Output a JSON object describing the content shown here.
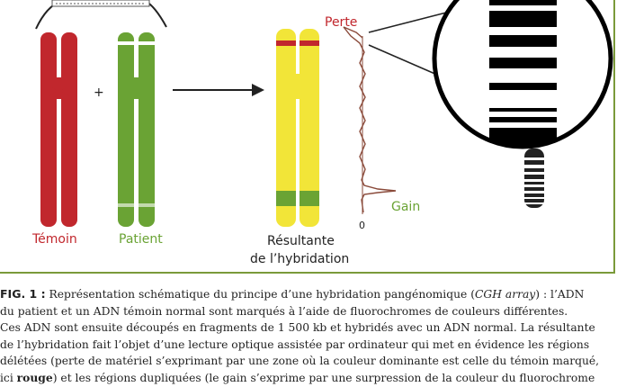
{
  "colors": {
    "temoin": "#c1272d",
    "patient": "#6aa334",
    "resultant": "#f2e538",
    "loss_band": "#c1272d",
    "gain_band": "#6aa334",
    "frame": "#7a9a3a",
    "profile": "#8a4a3a",
    "label_red": "#c1272d",
    "label_green": "#6aa334"
  },
  "diagram": {
    "label_temoin": "Témoin",
    "label_patient": "Patient",
    "plus": "+",
    "label_resultant_line1": "Résultante",
    "label_resultant_line2": "de l’hybridation",
    "label_perte": "Perte",
    "label_gain": "Gain",
    "label_zero": "0"
  },
  "caption": {
    "fig_label": "FIG. 1 :",
    "line1_a": " Représentation schématique du principe d’une hybridation pangénomique (",
    "line1_italic": "CGH array",
    "line1_b": ") : l’ADN",
    "line2": "du patient et un ADN témoin normal sont marqués à l’aide de fluorochromes de couleurs différentes.",
    "line3": "Ces ADN sont ensuite découpés en fragments de 1 500 kb et hybridés avec un ADN normal. La résultante",
    "line4": "de l’hybridation fait l’objet d’une lecture optique assistée par ordinateur qui met en évidence les régions",
    "line5": "délétées (perte de matériel s’exprimant par une zone où la couleur dominante est celle du témoin marqué,",
    "line6_a": "ici ",
    "line6_bold": "rouge",
    "line6_b": ") et les régions dupliquées (le gain s’exprime par une surpression de la couleur du fluorochrome"
  }
}
